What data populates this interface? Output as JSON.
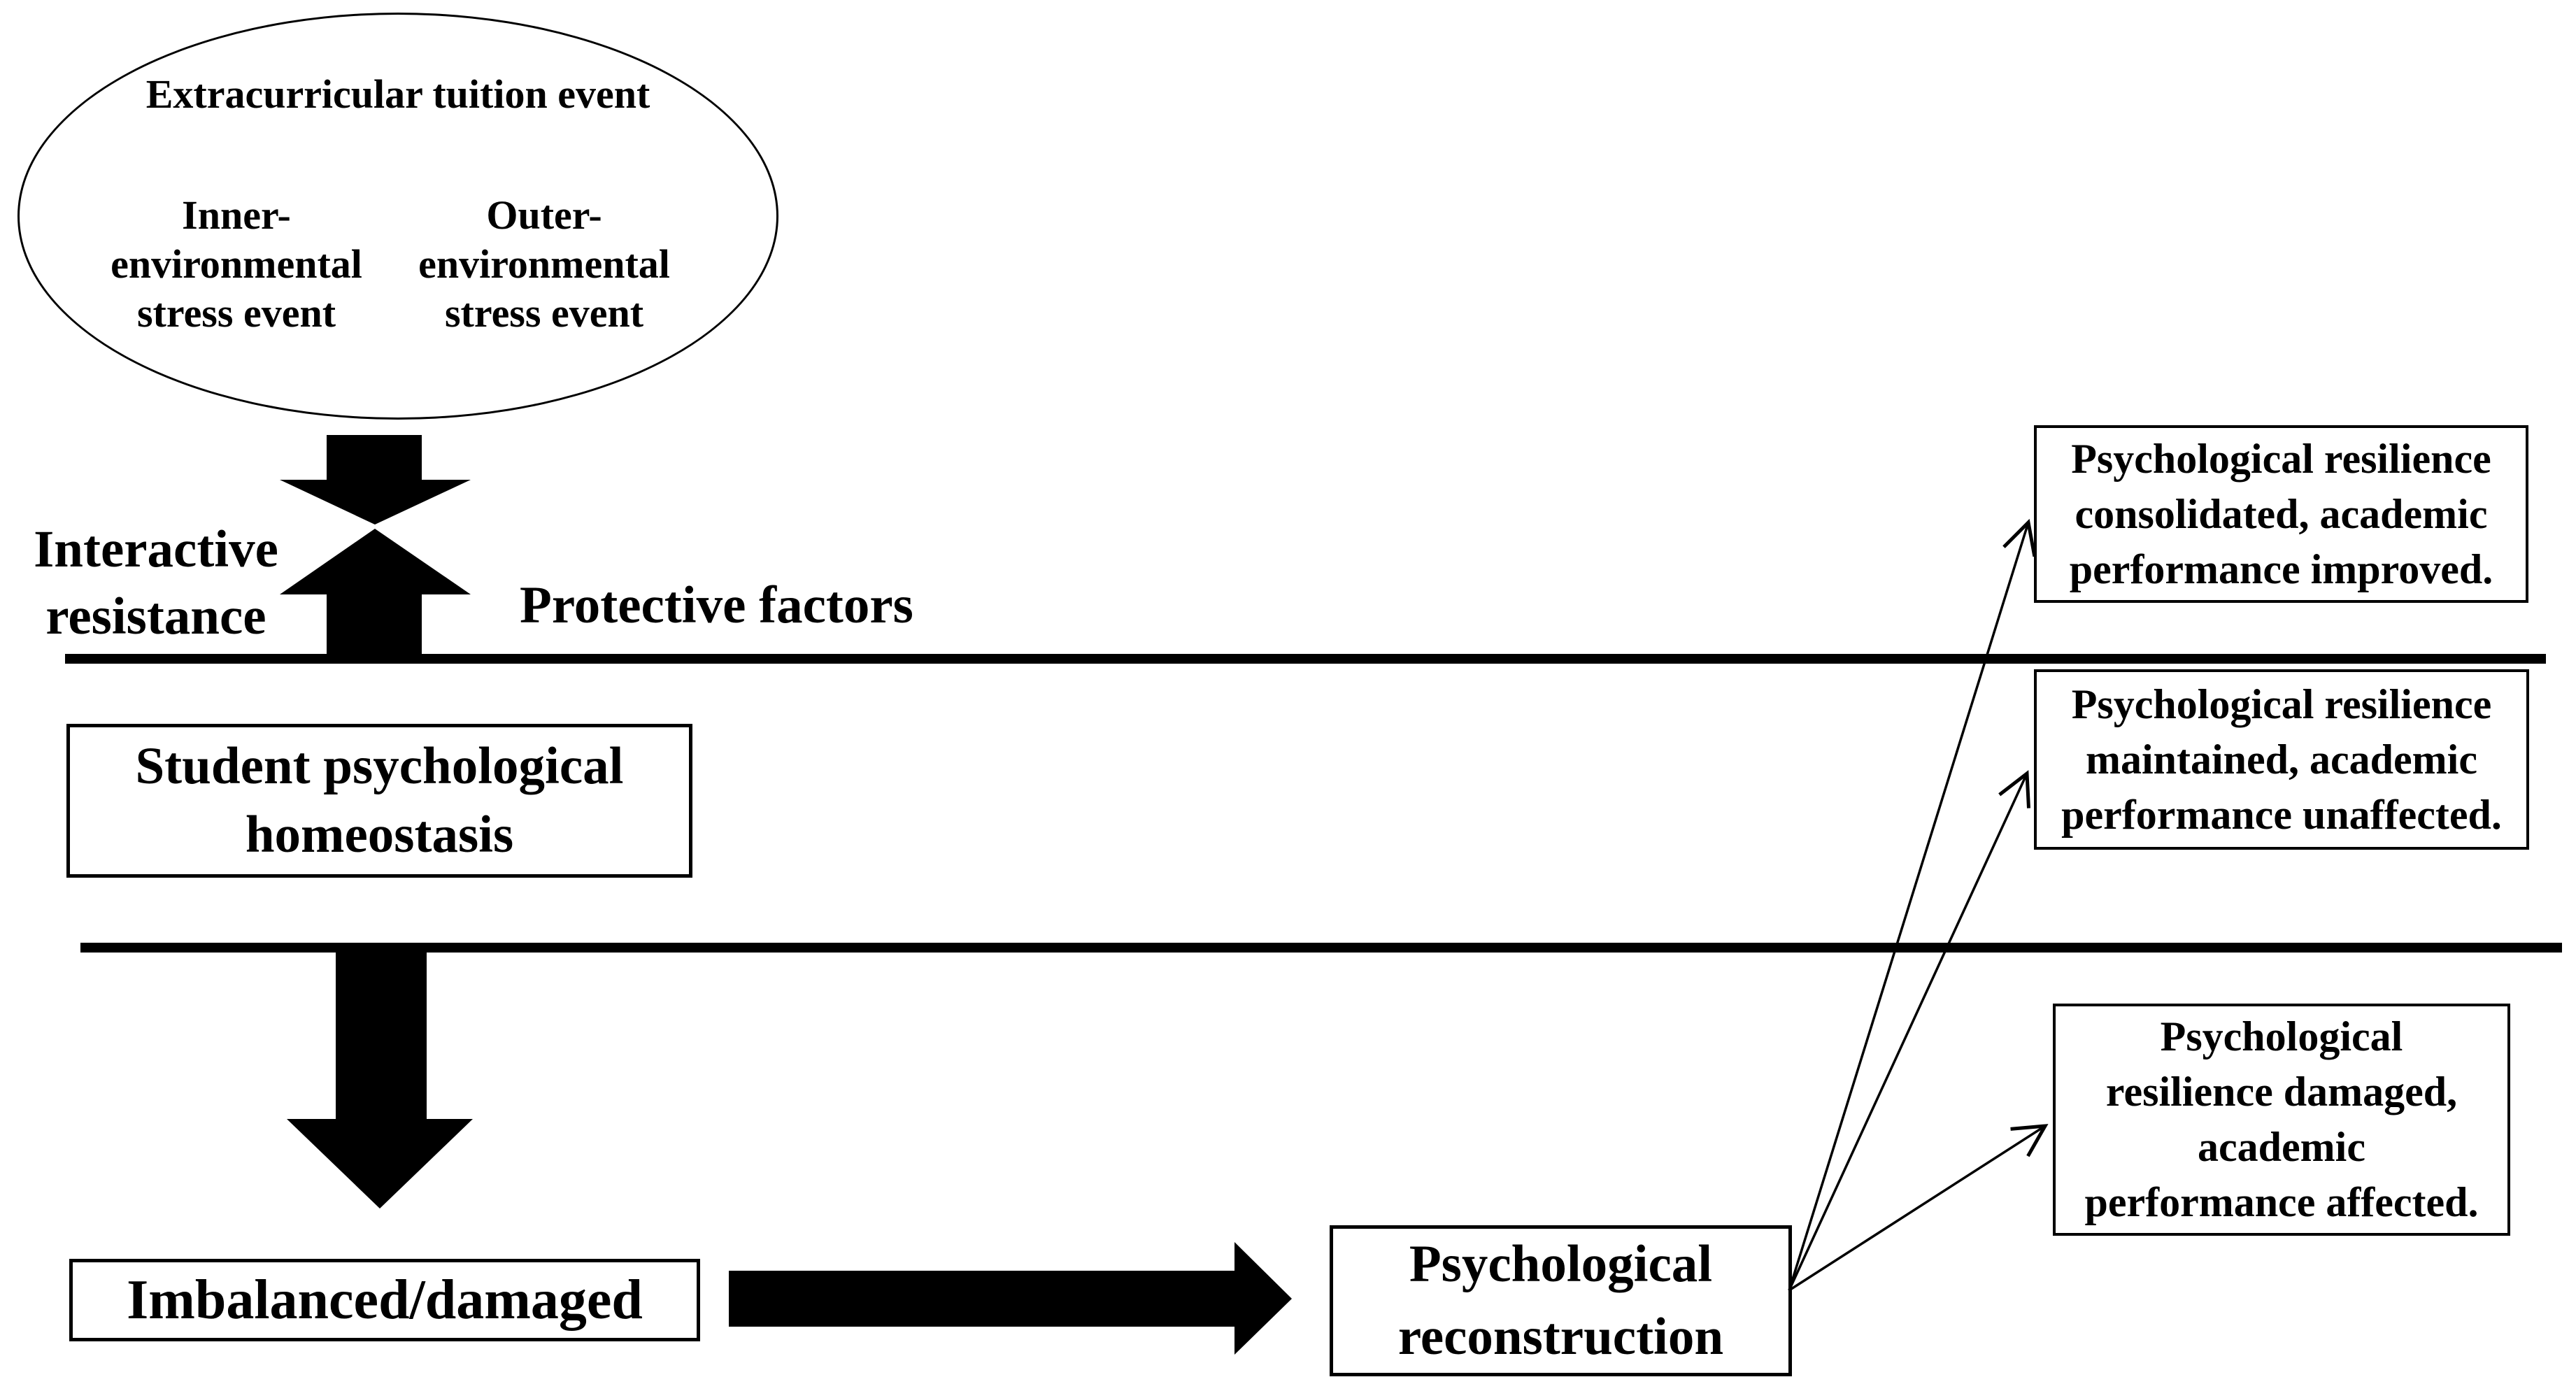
{
  "page": {
    "background": "#ffffff",
    "ink": "#000000"
  },
  "ellipse": {
    "title": "Extracurricular tuition event",
    "inner_stress": "Inner-\nenvironmental\nstress event",
    "outer_stress": "Outer-\nenvironmental\nstress event"
  },
  "labels": {
    "interactive_resistance": "Interactive\nresistance",
    "protective_factors": "Protective factors"
  },
  "boxes": {
    "homeostasis": "Student psychological\nhomeostasis",
    "imbalanced": "Imbalanced/damaged",
    "reconstruction": "Psychological\nreconstruction",
    "outcome_consolidated": "Psychological resilience\nconsolidated, academic\nperformance improved.",
    "outcome_maintained": "Psychological resilience\nmaintained, academic\nperformance unaffected.",
    "outcome_damaged": "Psychological\nresilience damaged,\nacademic\nperformance affected."
  },
  "icons": {
    "stress_impact": "block-arrow-down",
    "resistance_push": "block-arrow-up",
    "imbalance_flow": "block-arrow-down",
    "reconstruction_flow": "block-arrow-right",
    "outcome_links": "thin-open-arrow"
  }
}
